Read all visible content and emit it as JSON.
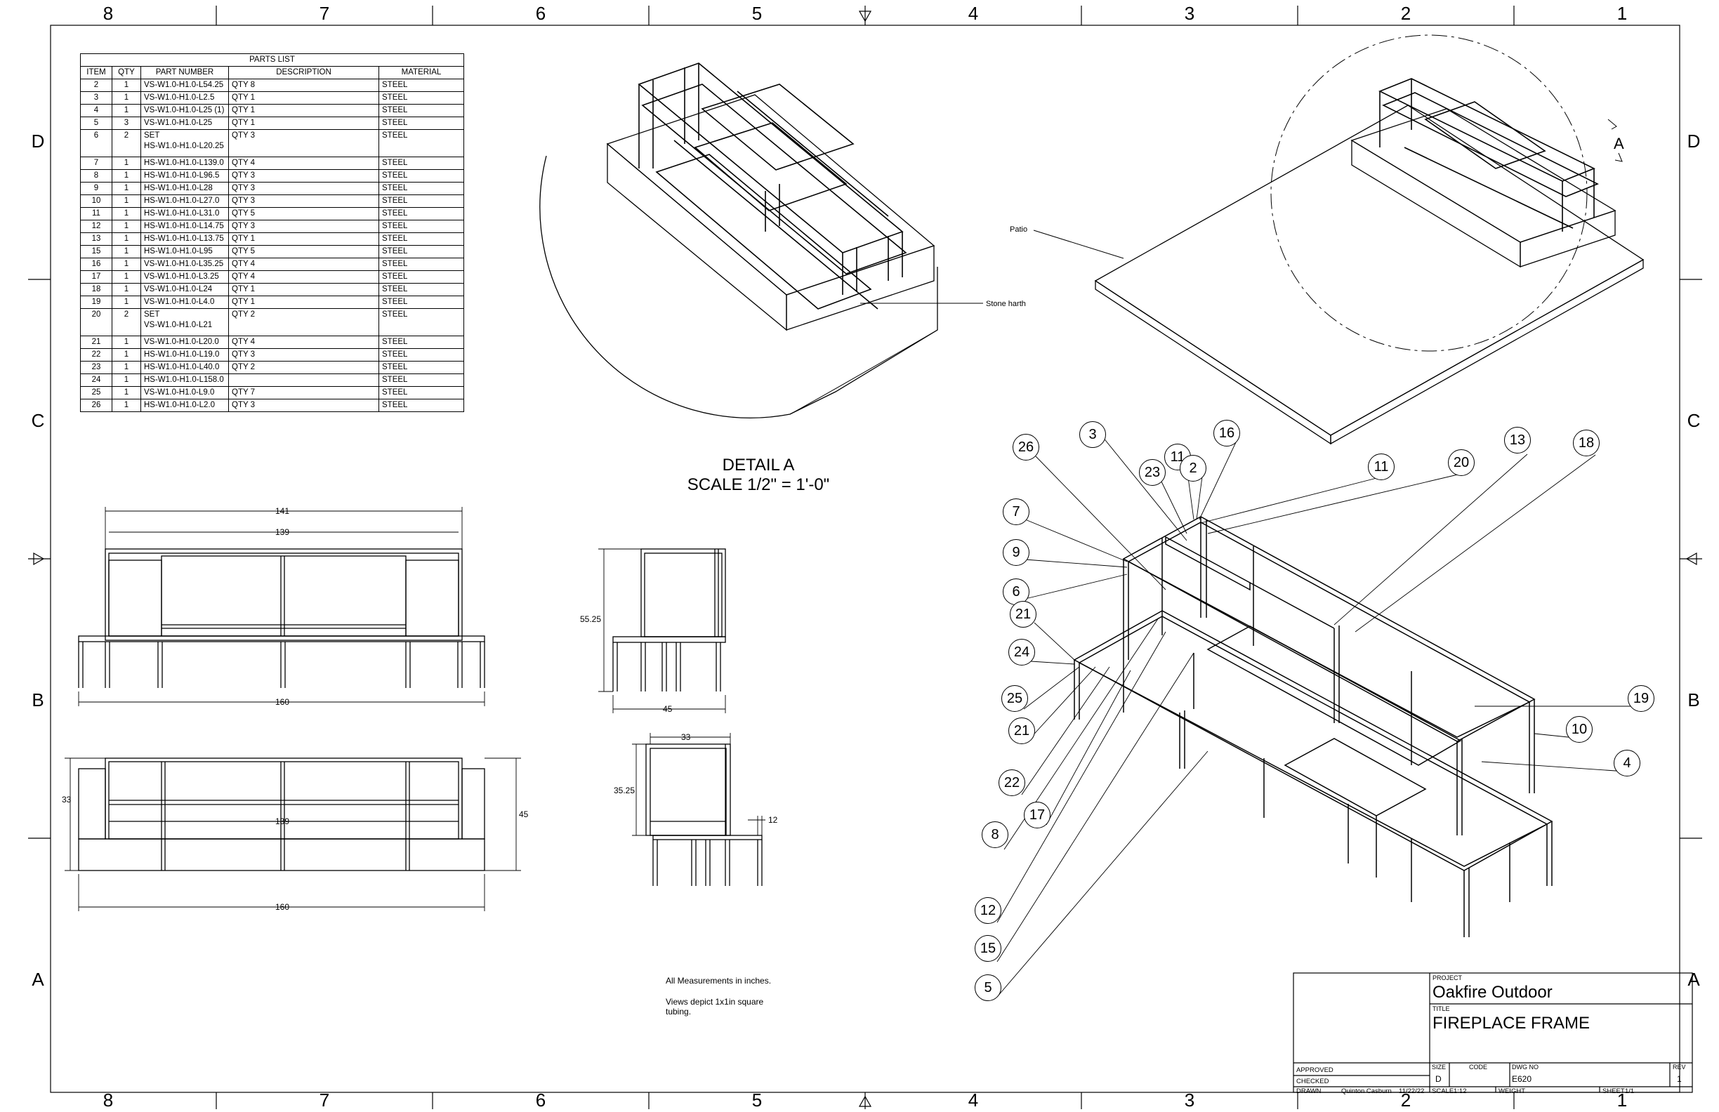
{
  "zones_top": [
    "8",
    "7",
    "6",
    "5",
    "4",
    "3",
    "2",
    "1"
  ],
  "zones_bottom": [
    "8",
    "7",
    "6",
    "5",
    "4",
    "3",
    "2",
    "1"
  ],
  "rows_left": [
    "D",
    "C",
    "B",
    "A"
  ],
  "rows_right": [
    "D",
    "C",
    "B",
    "A"
  ],
  "parts_list": {
    "title": "PARTS LIST",
    "headers": [
      "ITEM",
      "QTY",
      "PART NUMBER",
      "DESCRIPTION",
      "MATERIAL"
    ],
    "rows": [
      [
        "2",
        "1",
        "VS-W1.0-H1.0-L54.25",
        "QTY 8",
        "STEEL"
      ],
      [
        "3",
        "1",
        "VS-W1.0-H1.0-L2.5",
        "QTY 1",
        "STEEL"
      ],
      [
        "4",
        "1",
        "VS-W1.0-H1.0-L25 (1)",
        "QTY 1",
        "STEEL"
      ],
      [
        "5",
        "3",
        "VS-W1.0-H1.0-L25",
        "QTY 1",
        "STEEL"
      ],
      [
        "6",
        "2",
        "SET\nHS-W1.0-H1.0-L20.25",
        "QTY 3",
        "STEEL"
      ],
      [
        "7",
        "1",
        "HS-W1.0-H1.0-L139.0",
        "QTY 4",
        "STEEL"
      ],
      [
        "8",
        "1",
        "HS-W1.0-H1.0-L96.5",
        "QTY 3",
        "STEEL"
      ],
      [
        "9",
        "1",
        "HS-W1.0-H1.0-L28",
        "QTY 3",
        "STEEL"
      ],
      [
        "10",
        "1",
        "HS-W1.0-H1.0-L27.0",
        "QTY 3",
        "STEEL"
      ],
      [
        "11",
        "1",
        "HS-W1.0-H1.0-L31.0",
        "QTY 5",
        "STEEL"
      ],
      [
        "12",
        "1",
        "HS-W1.0-H1.0-L14.75",
        "QTY 3",
        "STEEL"
      ],
      [
        "13",
        "1",
        "HS-W1.0-H1.0-L13.75",
        "QTY 1",
        "STEEL"
      ],
      [
        "15",
        "1",
        "HS-W1.0-H1.0-L95",
        "QTY 5",
        "STEEL"
      ],
      [
        "16",
        "1",
        "VS-W1.0-H1.0-L35.25",
        "QTY 4",
        "STEEL"
      ],
      [
        "17",
        "1",
        "VS-W1.0-H1.0-L3.25",
        "QTY 4",
        "STEEL"
      ],
      [
        "18",
        "1",
        "VS-W1.0-H1.0-L24",
        "QTY 1",
        "STEEL"
      ],
      [
        "19",
        "1",
        "VS-W1.0-H1.0-L4.0",
        "QTY 1",
        "STEEL"
      ],
      [
        "20",
        "2",
        "SET\nVS-W1.0-H1.0-L21",
        "QTY 2",
        "STEEL"
      ],
      [
        "21",
        "1",
        "VS-W1.0-H1.0-L20.0",
        "QTY 4",
        "STEEL"
      ],
      [
        "22",
        "1",
        "HS-W1.0-H1.0-L19.0",
        "QTY 3",
        "STEEL"
      ],
      [
        "23",
        "1",
        "HS-W1.0-H1.0-L40.0",
        "QTY 2",
        "STEEL"
      ],
      [
        "24",
        "1",
        "HS-W1.0-H1.0-L158.0",
        "",
        "STEEL"
      ],
      [
        "25",
        "1",
        "VS-W1.0-H1.0-L9.0",
        "QTY 7",
        "STEEL"
      ],
      [
        "26",
        "1",
        "HS-W1.0-H1.0-L2.0",
        "QTY 3",
        "STEEL"
      ]
    ]
  },
  "detail": {
    "title": "DETAIL A",
    "scale": "SCALE 1/2\" = 1'-0\""
  },
  "labels": {
    "stone_harth": "Stone harth",
    "patio": "Patio",
    "detail_marker": "A"
  },
  "dimensions": {
    "front_141": "141",
    "front_139": "139",
    "front_160": "160",
    "side_55": "55.25",
    "side_45": "45",
    "top_33_left": "33",
    "top_139": "139",
    "top_45_right": "45",
    "top_160": "160",
    "side2_33": "33",
    "side2_35": "35.25",
    "side2_12": "12"
  },
  "notes": {
    "line1": "All Measurements in inches.",
    "line2": "Views depict 1x1in square",
    "line3": "tubing."
  },
  "balloons": [
    "26",
    "3",
    "23",
    "11",
    "2",
    "16",
    "11",
    "20",
    "13",
    "18",
    "7",
    "9",
    "6",
    "21",
    "24",
    "25",
    "21",
    "22",
    "17",
    "8",
    "12",
    "15",
    "5",
    "19",
    "10",
    "4"
  ],
  "title_block": {
    "project_label": "PROJECT",
    "project": "Oakfire Outdoor",
    "title_label": "TITLE",
    "title": "FIREPLACE FRAME",
    "approved": "APPROVED",
    "checked": "CHECKED",
    "drawn": "DRAWN",
    "drawn_by": "Quinton Casburn",
    "drawn_date": "11/22/22",
    "size_label": "SIZE",
    "size": "D",
    "code_label": "CODE",
    "dwg_label": "DWG NO",
    "dwg": "E620",
    "rev_label": "REV",
    "rev": "1",
    "scale_label": "SCALE",
    "scale": "1:12",
    "weight_label": "WEIGHT",
    "sheet_label": "SHEET",
    "sheet": "1/1"
  }
}
